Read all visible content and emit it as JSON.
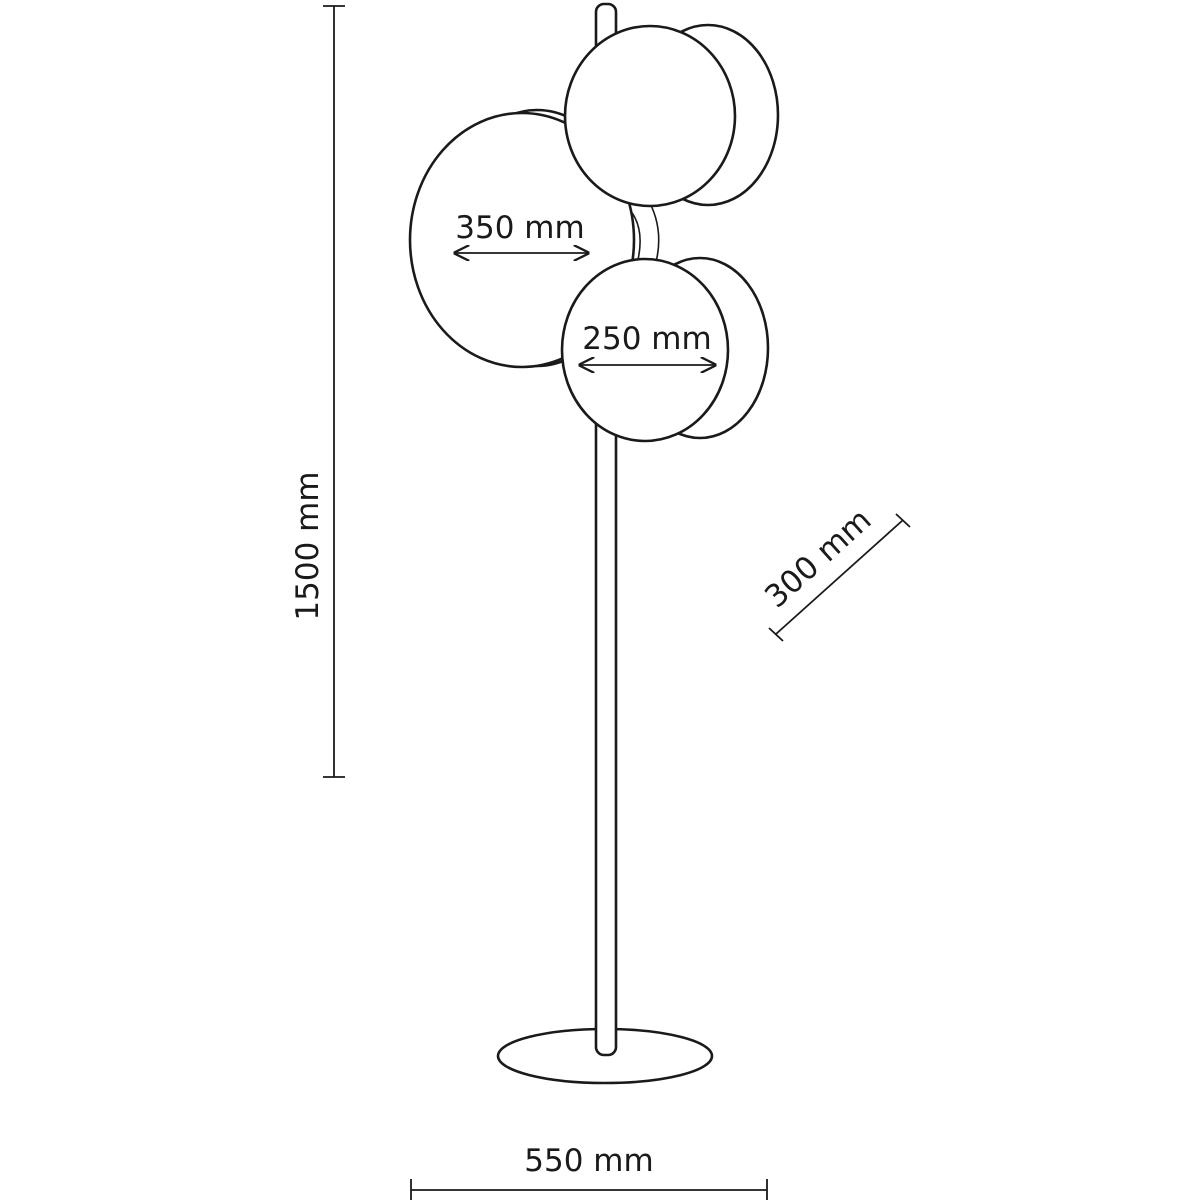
{
  "colors": {
    "line": "#1a1a1a",
    "background": "#ffffff"
  },
  "dimensions": {
    "height": "1500 mm",
    "width": "550 mm",
    "depth": "300 mm",
    "large_shade_diameter": "350 mm",
    "small_shade_diameter": "250 mm"
  }
}
